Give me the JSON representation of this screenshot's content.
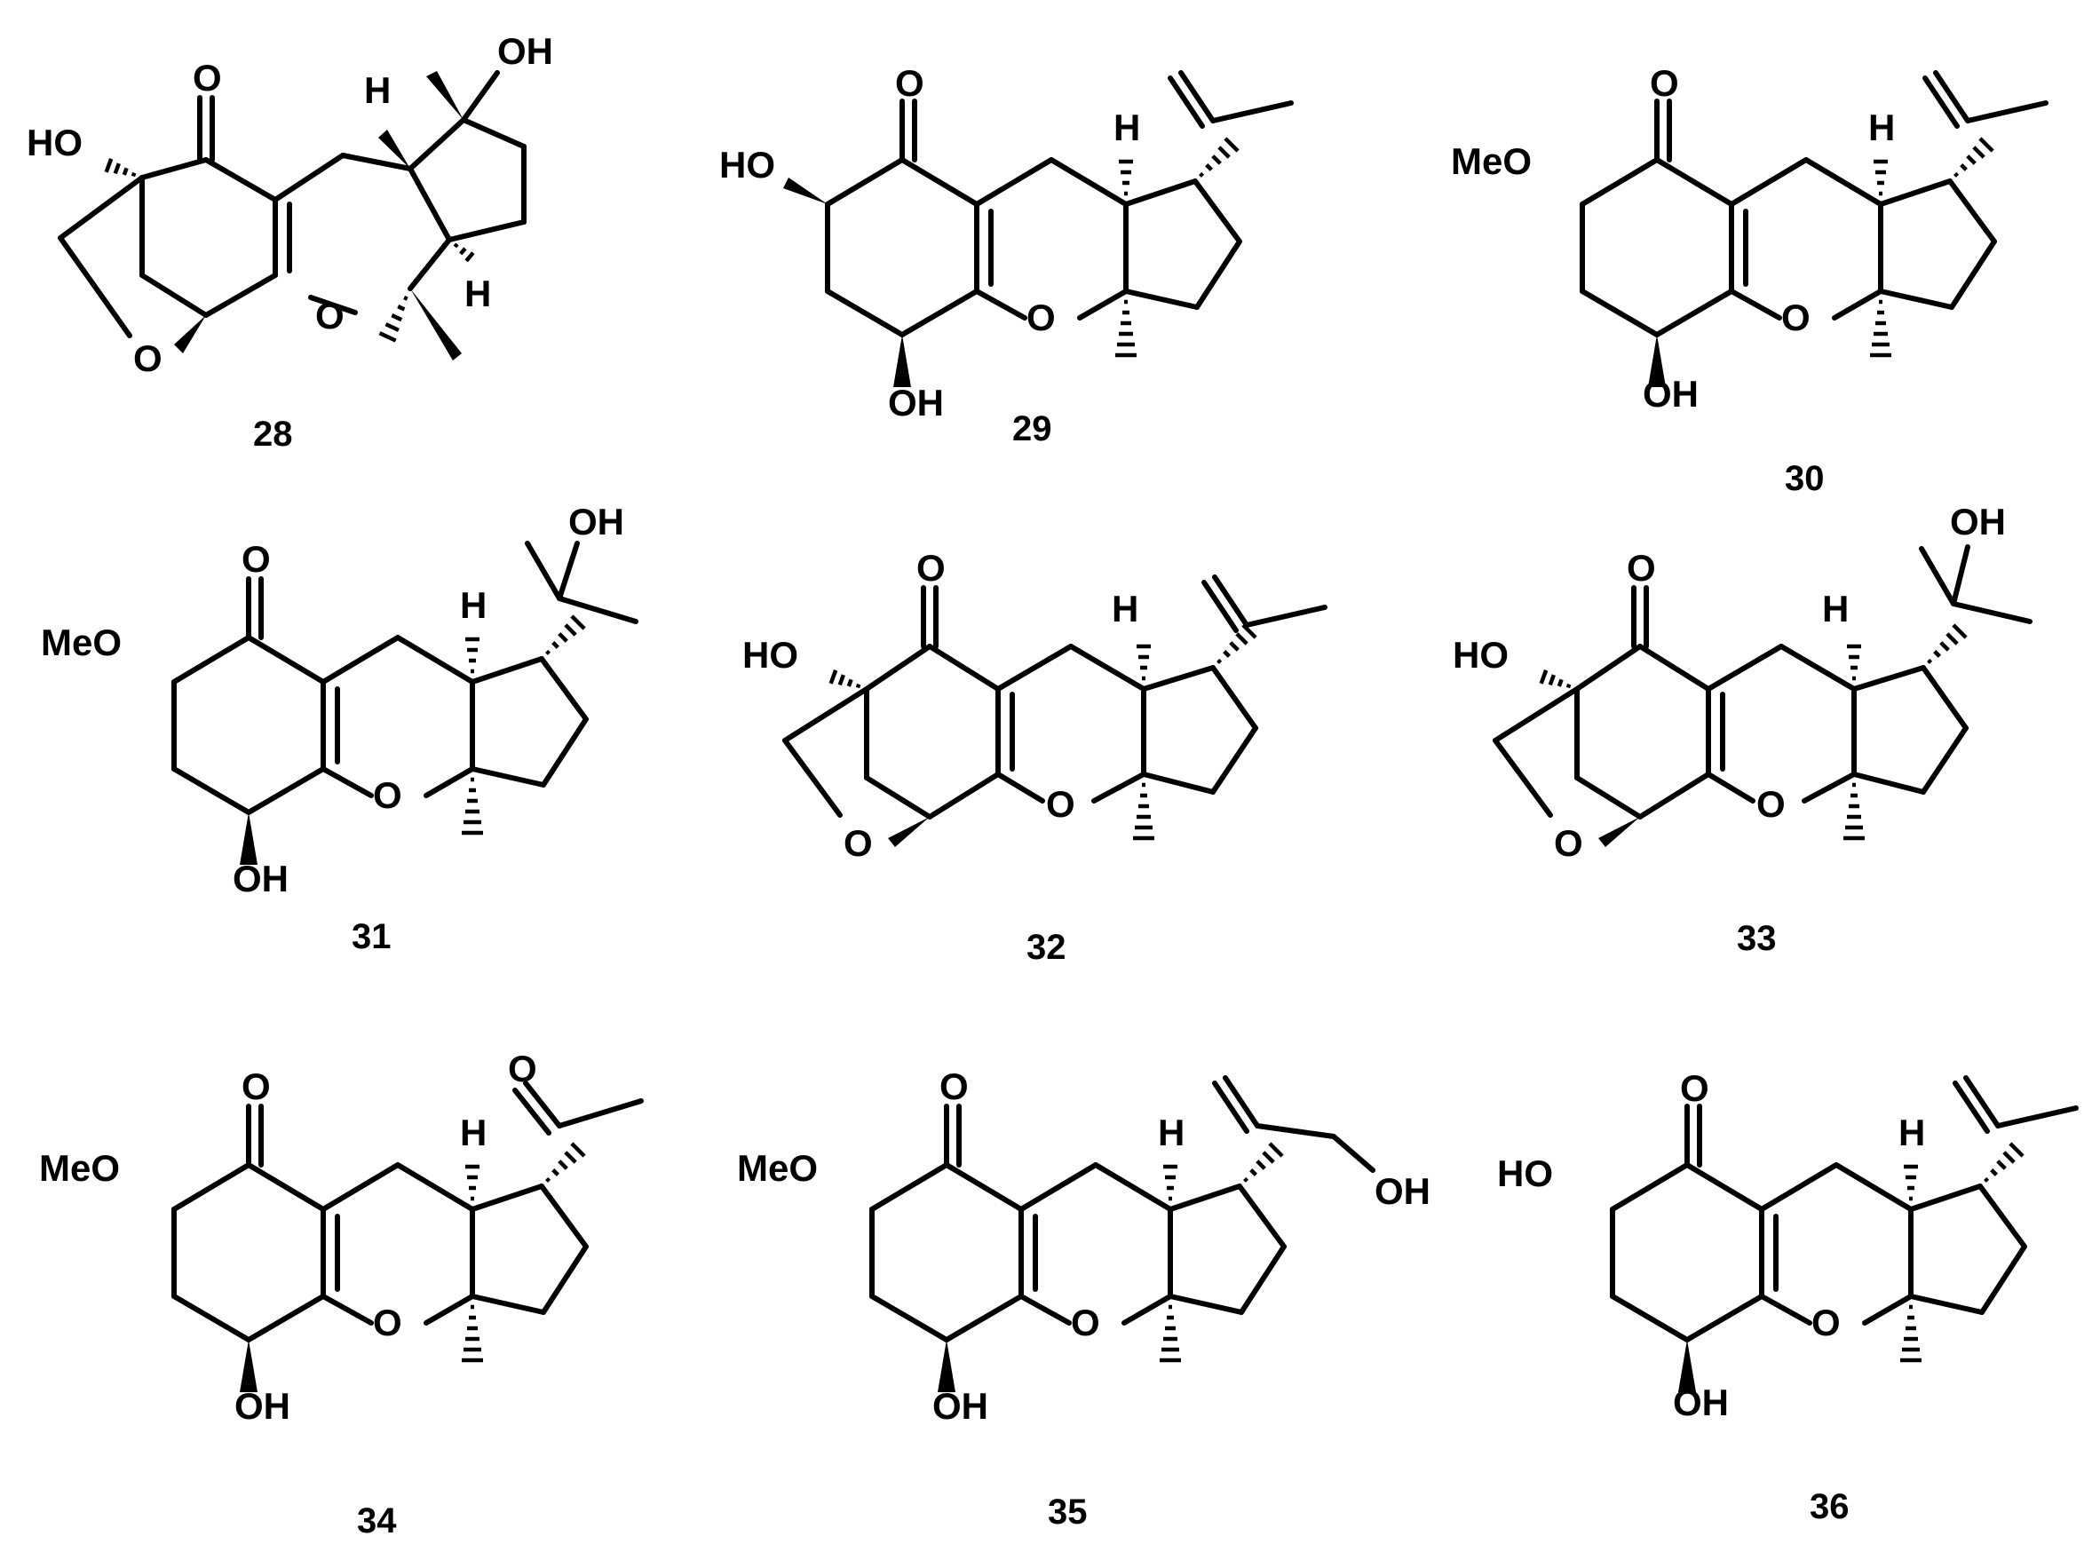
{
  "compounds": [
    {
      "id": "28",
      "atoms": {
        "carbonyl_o": "O",
        "ho": "HO",
        "bridge_o": "O",
        "ring_o": "O",
        "oh": "OH",
        "h_top": "H",
        "h_side": "H"
      }
    },
    {
      "id": "29",
      "atoms": {
        "carbonyl_o": "O",
        "sub": "HO",
        "ring_o": "O",
        "oh": "OH",
        "h": "H"
      }
    },
    {
      "id": "30",
      "atoms": {
        "carbonyl_o": "O",
        "sub": "MeO",
        "ring_o": "O",
        "oh": "OH",
        "h": "H"
      }
    },
    {
      "id": "31",
      "atoms": {
        "carbonyl_o": "O",
        "sub": "MeO",
        "ring_o": "O",
        "oh": "OH",
        "h": "H",
        "side_oh": "OH"
      }
    },
    {
      "id": "32",
      "atoms": {
        "carbonyl_o": "O",
        "ho": "HO",
        "bridge_o": "O",
        "ring_o": "O",
        "h": "H"
      }
    },
    {
      "id": "33",
      "atoms": {
        "carbonyl_o": "O",
        "ho": "HO",
        "bridge_o": "O",
        "ring_o": "O",
        "h": "H",
        "side_oh": "OH"
      }
    },
    {
      "id": "34",
      "atoms": {
        "carbonyl_o": "O",
        "sub": "MeO",
        "ring_o": "O",
        "oh": "OH",
        "h": "H",
        "acetyl_o": "O"
      }
    },
    {
      "id": "35",
      "atoms": {
        "carbonyl_o": "O",
        "sub": "MeO",
        "ring_o": "O",
        "oh": "OH",
        "h": "H",
        "side_oh": "OH"
      }
    },
    {
      "id": "36",
      "atoms": {
        "carbonyl_o": "O",
        "sub": "HO",
        "ring_o": "O",
        "oh": "OH",
        "h": "H"
      }
    }
  ]
}
